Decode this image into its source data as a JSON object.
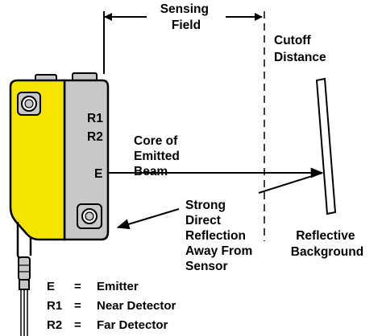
{
  "labels": {
    "sensing_field": [
      "Sensing",
      "Field"
    ],
    "cutoff_distance": [
      "Cutoff",
      "Distance"
    ],
    "core_beam": [
      "Core of",
      "Emitted",
      "Beam"
    ],
    "strong_reflection": [
      "Strong",
      "Direct",
      "Reflection",
      "Away From",
      "Sensor"
    ],
    "reflective_background": [
      "Reflective",
      "Background"
    ]
  },
  "sensor_markings": {
    "r1": "R1",
    "r2": "R2",
    "e": "E"
  },
  "legend": [
    {
      "symbol": "E",
      "eq": "=",
      "meaning": "Emitter"
    },
    {
      "symbol": "R1",
      "eq": "=",
      "meaning": "Near Detector"
    },
    {
      "symbol": "R2",
      "eq": "=",
      "meaning": "Far Detector"
    }
  ],
  "colors": {
    "sensor_body_yellow": "#f5e400",
    "sensor_face_gray": "#c8c8c8",
    "line": "#000000"
  }
}
